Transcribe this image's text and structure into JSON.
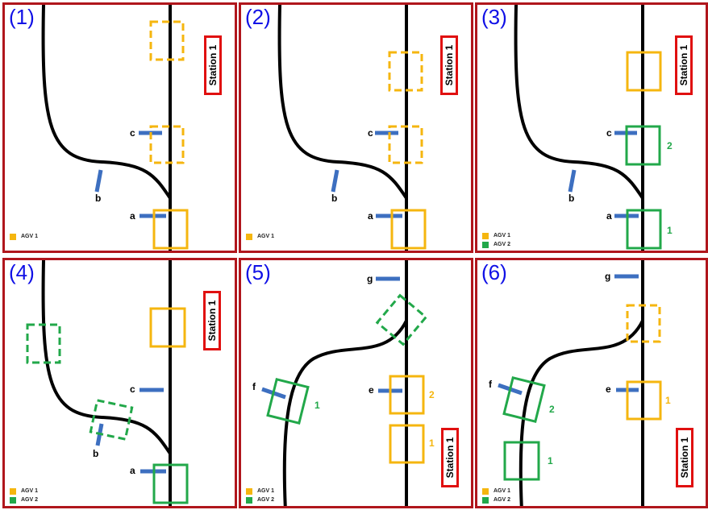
{
  "colors": {
    "panel_border": "#b0161c",
    "agv1": "#f5b60f",
    "agv2": "#22a84a",
    "sensor": "#3d6fc0",
    "station": "#e01010",
    "number": "#1010e6"
  },
  "legend": {
    "agv1": "AGV 1",
    "agv2": "AGV 2"
  },
  "station_label": "Station 1",
  "panels": [
    {
      "number": "(1)",
      "sensors": [
        "c",
        "b",
        "a"
      ],
      "legend_count": 1
    },
    {
      "number": "(2)",
      "sensors": [
        "c",
        "b",
        "a"
      ],
      "legend_count": 1
    },
    {
      "number": "(3)",
      "sensors": [
        "c",
        "b",
        "a"
      ],
      "vehicle_labels": [
        "2",
        "1"
      ],
      "legend_count": 2
    },
    {
      "number": "(4)",
      "sensors": [
        "c",
        "b",
        "a"
      ],
      "legend_count": 2
    },
    {
      "number": "(5)",
      "sensors": [
        "g",
        "f",
        "e"
      ],
      "vehicle_labels": [
        "1",
        "2",
        "1"
      ],
      "legend_count": 2
    },
    {
      "number": "(6)",
      "sensors": [
        "g",
        "f",
        "e"
      ],
      "vehicle_labels": [
        "2",
        "1",
        "1"
      ],
      "legend_count": 2
    }
  ]
}
